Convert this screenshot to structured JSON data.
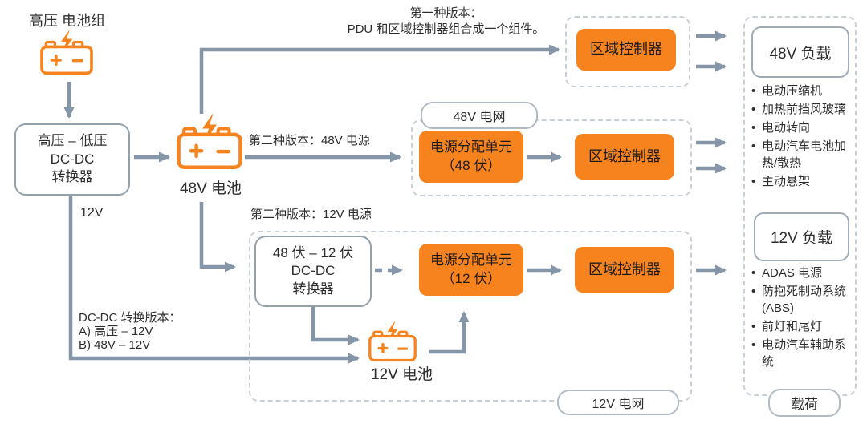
{
  "colors": {
    "accent_orange": "#f6831e",
    "arrow_gray": "#8496a7",
    "dashed_border_gray": "#c9cfd6",
    "solid_border_gray": "#93a1ad",
    "text": "#2d2d2d"
  },
  "icons": {
    "battery-icon": "orange outlined battery with plus/minus terminals",
    "lightning-bolt-icon": "orange lightning bolt above battery"
  },
  "nodes": {
    "hv_pack_label": "高压 电池组",
    "hv_lv_converter": [
      "高压 – 低压",
      "DC-DC",
      "转换器"
    ],
    "battery_48v_label": "48V 电池",
    "battery_12v_label": "12V 电池",
    "dcdc_48_12": [
      "48 伏 – 12 伏",
      "DC-DC",
      "转换器"
    ],
    "pdu_48v": [
      "电源分配单元",
      "（48 伏）"
    ],
    "pdu_12v": [
      "电源分配单元",
      "（12 伏）"
    ],
    "zone_controller": "区域控制器"
  },
  "notes": {
    "version1": [
      "第一种版本：",
      "PDU 和区域控制器组合成一个组件。"
    ],
    "version2_48v": "第二种版本：48V 电源",
    "version2_12v": "第二种版本：12V 电源",
    "twelve_v": "12V",
    "dcdc_versions": [
      "DC-DC 转换版本：",
      "A) 高压 – 12V",
      "B) 48V – 12V"
    ]
  },
  "labels": {
    "grid_48v": "48V 电网",
    "grid_12v": "12V 电网",
    "load_footer": "载荷"
  },
  "loads": {
    "v48": {
      "title": "48V 负载",
      "items": [
        "电动压缩机",
        "加热前挡风玻璃",
        "电动转向",
        "电动汽车电池加热/散热",
        "主动悬架"
      ]
    },
    "v12": {
      "title": "12V 负载",
      "items": [
        "ADAS 电源",
        "防抱死制动系统 (ABS)",
        "前灯和尾灯",
        "电动汽车辅助系统"
      ]
    }
  }
}
